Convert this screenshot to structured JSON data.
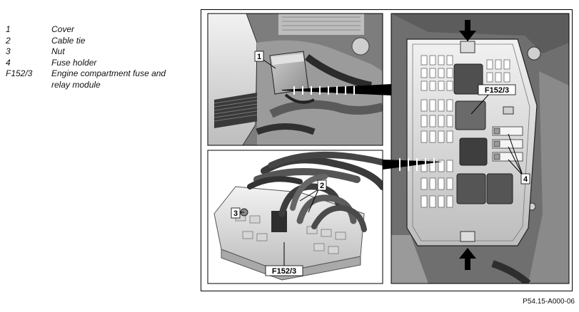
{
  "legend": [
    {
      "key": "1",
      "desc": "Cover"
    },
    {
      "key": "2",
      "desc": "Cable tie"
    },
    {
      "key": "3",
      "desc": "Nut"
    },
    {
      "key": "4",
      "desc": "Fuse holder"
    },
    {
      "key": "F152/3",
      "desc": "Engine compartment fuse and relay module"
    }
  ],
  "callouts": {
    "cover": "1",
    "cable_tie": "2",
    "nut": "3",
    "fuse_holder": "4",
    "module_right": "F152/3",
    "module_bottom": "F152/3"
  },
  "figure_code": "P54.15-A000-06"
}
